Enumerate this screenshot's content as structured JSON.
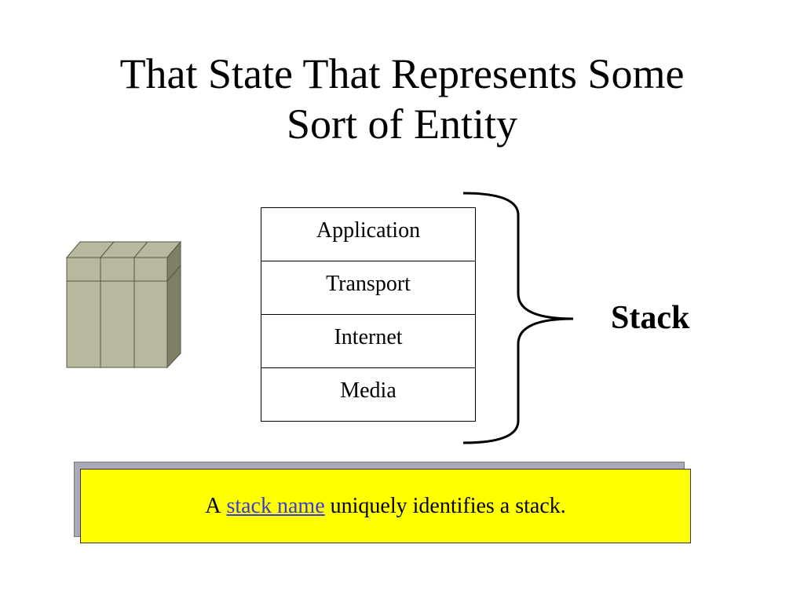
{
  "title": {
    "line1": "That State That Represents Some",
    "line2": "Sort of Entity"
  },
  "stack": {
    "layers": [
      "Application",
      "Transport",
      "Internet",
      "Media"
    ],
    "label": "Stack"
  },
  "note": {
    "prefix": "A",
    "link_text": "stack name",
    "suffix": "uniquely identifies a stack."
  },
  "colors": {
    "server_face": "#b8b89e",
    "server_side": "#7f7f66",
    "note_background": "#ffff00",
    "note_shadow": "#a9a9b8",
    "link": "#3b3bd6"
  },
  "icons": {
    "server": "server-rack-icon",
    "brace": "right-curly-brace"
  }
}
